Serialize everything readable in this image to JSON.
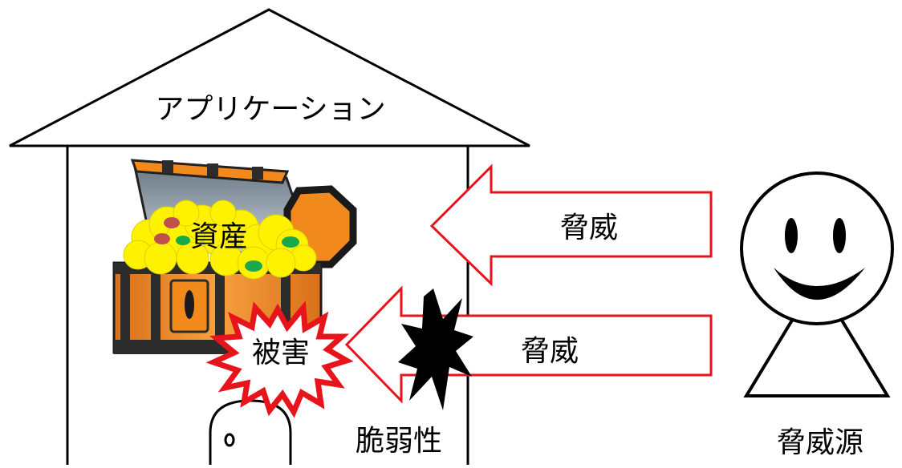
{
  "labels": {
    "application": "アプリケーション",
    "asset": "資産",
    "damage": "被害",
    "threat_upper": "脅威",
    "threat_lower": "脅威",
    "vulnerability": "脆弱性",
    "threat_source": "脅威源"
  },
  "icons": {
    "house": "house-outline",
    "chest": "treasure-chest-icon",
    "damage_burst": "starburst-icon",
    "vulnerability_crack": "crack-burst-icon",
    "threat_source": "smiling-person-icon"
  },
  "colors": {
    "arrow_outline": "#e8141c",
    "damage_burst": "#e8141c",
    "chest_wood": "#f2891c",
    "chest_metal": "#2c2c2c",
    "coins": "#fff200",
    "gem_green": "#19a84a",
    "gem_red": "#c0504d",
    "line": "#000000"
  }
}
